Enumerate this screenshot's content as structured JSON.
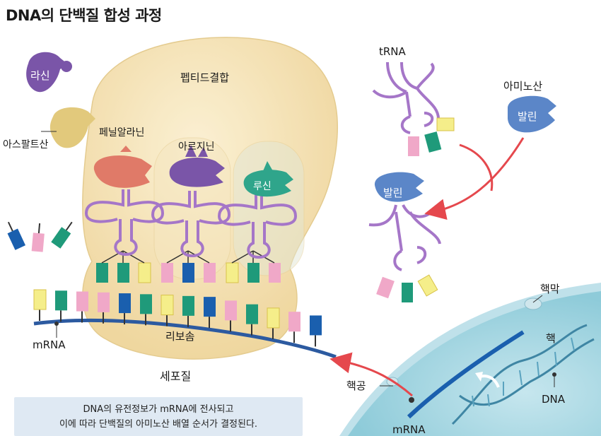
{
  "title": "DNA의 단백질 합성 과정",
  "labels": {
    "peptide_bond": "펩티드결합",
    "ribosome": "리보솜",
    "mrna_left": "mRNA",
    "mrna_right": "mRNA",
    "cytoplasm": "세포질",
    "trna": "tRNA",
    "amino_acid": "아미노산",
    "valine_free": "발린",
    "valine_bound": "발린",
    "nuclear_membrane": "핵막",
    "nucleus": "핵",
    "nuclear_pore": "핵공",
    "dna": "DNA",
    "lysine": "라신",
    "aspartic_acid": "아스팔트산",
    "phenylalanine": "페닐알라닌",
    "arginine": "아르지닌",
    "leucine": "루신"
  },
  "caption": {
    "line1": "DNA의 유전정보가 mRNA에 전사되고",
    "line2": "이에 따라 단백질의 아미노산 배열 순서가 결정된다."
  },
  "colors": {
    "ribosome": "#f3dfb0",
    "mrna_strand": "#2c5aa0",
    "trna": "#a576c8",
    "arrow": "#e5484d",
    "nucleus": "#9fd0dc",
    "base_green": "#1f9a7a",
    "base_pink": "#f0a8c8",
    "base_yellow": "#f5ee8a",
    "base_blue": "#1a5fae"
  }
}
